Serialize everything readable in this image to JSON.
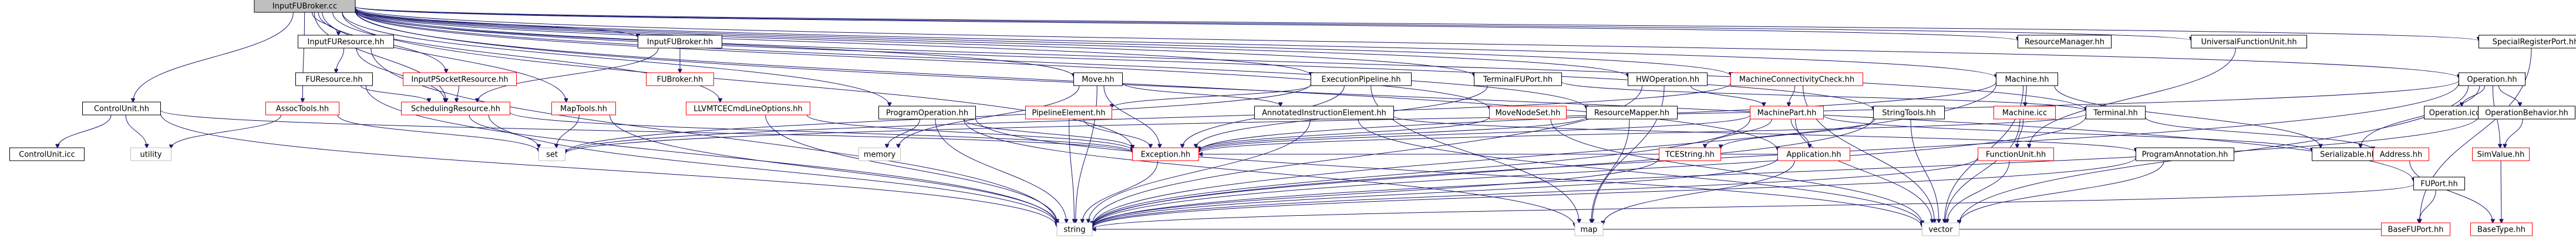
{
  "diagram": {
    "title": "",
    "root": "InputFUBroker.cc",
    "nodes": [
      {
        "id": "root",
        "label": "InputFUBroker.cc",
        "style": "root"
      },
      {
        "id": "inputfuresource",
        "label": "InputFUResource.hh",
        "style": "black"
      },
      {
        "id": "inputfubroker",
        "label": "InputFUBroker.hh",
        "style": "black"
      },
      {
        "id": "controlunit",
        "label": "ControlUnit.hh",
        "style": "black"
      },
      {
        "id": "resourcemanager",
        "label": "ResourceManager.hh",
        "style": "black"
      },
      {
        "id": "universalfunctionunit",
        "label": "UniversalFunctionUnit.hh",
        "style": "black"
      },
      {
        "id": "specialregisterport",
        "label": "SpecialRegisterPort.hh",
        "style": "black"
      },
      {
        "id": "furesource",
        "label": "FUResource.hh",
        "style": "black"
      },
      {
        "id": "inputpsocketresource",
        "label": "InputPSocketResource.hh",
        "style": "red"
      },
      {
        "id": "fubroker",
        "label": "FUBroker.hh",
        "style": "red"
      },
      {
        "id": "move",
        "label": "Move.hh",
        "style": "black"
      },
      {
        "id": "executionpipeline",
        "label": "ExecutionPipeline.hh",
        "style": "black"
      },
      {
        "id": "terminalfuport",
        "label": "TerminalFUPort.hh",
        "style": "black"
      },
      {
        "id": "hwoperation",
        "label": "HWOperation.hh",
        "style": "black"
      },
      {
        "id": "machineconnectivitycheck",
        "label": "MachineConnectivityCheck.hh",
        "style": "red"
      },
      {
        "id": "machine",
        "label": "Machine.hh",
        "style": "black"
      },
      {
        "id": "operation",
        "label": "Operation.hh",
        "style": "black"
      },
      {
        "id": "assoctools",
        "label": "AssocTools.hh",
        "style": "red"
      },
      {
        "id": "schedulingresource",
        "label": "SchedulingResource.hh",
        "style": "red"
      },
      {
        "id": "maptools",
        "label": "MapTools.hh",
        "style": "red"
      },
      {
        "id": "llvmtcecmdlineoptions",
        "label": "LLVMTCECmdLineOptions.hh",
        "style": "red"
      },
      {
        "id": "programoperation",
        "label": "ProgramOperation.hh",
        "style": "black"
      },
      {
        "id": "pipelineelement",
        "label": "PipelineElement.hh",
        "style": "red"
      },
      {
        "id": "annotatedinstructionelement",
        "label": "AnnotatedInstructionElement.hh",
        "style": "black"
      },
      {
        "id": "movenodeset",
        "label": "MoveNodeSet.hh",
        "style": "red"
      },
      {
        "id": "resourcemapper",
        "label": "ResourceMapper.hh",
        "style": "black"
      },
      {
        "id": "machinepart",
        "label": "MachinePart.hh",
        "style": "red"
      },
      {
        "id": "stringtools",
        "label": "StringTools.hh",
        "style": "black"
      },
      {
        "id": "machineicc",
        "label": "Machine.icc",
        "style": "red"
      },
      {
        "id": "terminal",
        "label": "Terminal.hh",
        "style": "black"
      },
      {
        "id": "operationicc",
        "label": "Operation.icc",
        "style": "black"
      },
      {
        "id": "operationbehavior",
        "label": "OperationBehavior.hh",
        "style": "black"
      },
      {
        "id": "controluniticc",
        "label": "ControlUnit.icc",
        "style": "black"
      },
      {
        "id": "utility",
        "label": "utility",
        "style": "grey"
      },
      {
        "id": "set",
        "label": "set",
        "style": "grey"
      },
      {
        "id": "memory",
        "label": "memory",
        "style": "grey"
      },
      {
        "id": "exception",
        "label": "Exception.hh",
        "style": "red"
      },
      {
        "id": "tcestring",
        "label": "TCEString.hh",
        "style": "red"
      },
      {
        "id": "application",
        "label": "Application.hh",
        "style": "red"
      },
      {
        "id": "functionunit",
        "label": "FunctionUnit.hh",
        "style": "red"
      },
      {
        "id": "programannotation",
        "label": "ProgramAnnotation.hh",
        "style": "black"
      },
      {
        "id": "serializable",
        "label": "Serializable.hh",
        "style": "black"
      },
      {
        "id": "address",
        "label": "Address.hh",
        "style": "red"
      },
      {
        "id": "simvalue",
        "label": "SimValue.hh",
        "style": "red"
      },
      {
        "id": "fuport",
        "label": "FUPort.hh",
        "style": "black"
      },
      {
        "id": "string",
        "label": "string",
        "style": "grey"
      },
      {
        "id": "map",
        "label": "map",
        "style": "grey"
      },
      {
        "id": "vector",
        "label": "vector",
        "style": "grey"
      },
      {
        "id": "basefuport",
        "label": "BaseFUPort.hh",
        "style": "red"
      },
      {
        "id": "basetype",
        "label": "BaseType.hh",
        "style": "red"
      }
    ],
    "edges": [
      [
        "root",
        "inputfuresource"
      ],
      [
        "root",
        "inputfubroker"
      ],
      [
        "root",
        "controlunit"
      ],
      [
        "root",
        "resourcemanager"
      ],
      [
        "root",
        "universalfunctionunit"
      ],
      [
        "root",
        "specialregisterport"
      ],
      [
        "root",
        "inputpsocketresource"
      ],
      [
        "root",
        "move"
      ],
      [
        "root",
        "executionpipeline"
      ],
      [
        "root",
        "terminalfuport"
      ],
      [
        "root",
        "hwoperation"
      ],
      [
        "root",
        "machineconnectivitycheck"
      ],
      [
        "root",
        "machine"
      ],
      [
        "root",
        "operation"
      ],
      [
        "root",
        "assoctools"
      ],
      [
        "root",
        "schedulingresource"
      ],
      [
        "root",
        "maptools"
      ],
      [
        "root",
        "llvmtcecmdlineoptions"
      ],
      [
        "root",
        "programoperation"
      ],
      [
        "root",
        "movenodeset"
      ],
      [
        "root",
        "resourcemapper"
      ],
      [
        "root",
        "stringtools"
      ],
      [
        "root",
        "terminal"
      ],
      [
        "root",
        "exception"
      ],
      [
        "root",
        "application"
      ],
      [
        "root",
        "fuport"
      ],
      [
        "inputfuresource",
        "furesource"
      ],
      [
        "inputfuresource",
        "schedulingresource"
      ],
      [
        "inputfuresource",
        "string"
      ],
      [
        "inputfubroker",
        "fubroker"
      ],
      [
        "inputfubroker",
        "schedulingresource"
      ],
      [
        "controlunit",
        "controluniticc"
      ],
      [
        "controlunit",
        "utility"
      ],
      [
        "controlunit",
        "string"
      ],
      [
        "controlunit",
        "exception"
      ],
      [
        "universalfunctionunit",
        "functionunit"
      ],
      [
        "specialregisterport",
        "basefuport"
      ],
      [
        "furesource",
        "schedulingresource"
      ],
      [
        "furesource",
        "string"
      ],
      [
        "inputpsocketresource",
        "schedulingresource"
      ],
      [
        "move",
        "memory"
      ],
      [
        "move",
        "annotatedinstructionelement"
      ],
      [
        "move",
        "exception"
      ],
      [
        "move",
        "string"
      ],
      [
        "executionpipeline",
        "pipelineelement"
      ],
      [
        "executionpipeline",
        "exception"
      ],
      [
        "executionpipeline",
        "map"
      ],
      [
        "executionpipeline",
        "set"
      ],
      [
        "terminalfuport",
        "terminal"
      ],
      [
        "terminalfuport",
        "exception"
      ],
      [
        "hwoperation",
        "machinepart"
      ],
      [
        "hwoperation",
        "map"
      ],
      [
        "hwoperation",
        "string"
      ],
      [
        "machineconnectivitycheck",
        "machinepart"
      ],
      [
        "machineconnectivitycheck",
        "set"
      ],
      [
        "machineconnectivitycheck",
        "vector"
      ],
      [
        "machine",
        "machineicc"
      ],
      [
        "machine",
        "serializable"
      ],
      [
        "machine",
        "vector"
      ],
      [
        "machine",
        "string"
      ],
      [
        "machine",
        "exception"
      ],
      [
        "operation",
        "operationicc"
      ],
      [
        "operation",
        "operationbehavior"
      ],
      [
        "operation",
        "serializable"
      ],
      [
        "operation",
        "simvalue"
      ],
      [
        "operation",
        "string"
      ],
      [
        "operation",
        "vector"
      ],
      [
        "operation",
        "set"
      ],
      [
        "assoctools",
        "utility"
      ],
      [
        "assoctools",
        "set"
      ],
      [
        "schedulingresource",
        "set"
      ],
      [
        "schedulingresource",
        "string"
      ],
      [
        "schedulingresource",
        "exception"
      ],
      [
        "maptools",
        "set"
      ],
      [
        "maptools",
        "string"
      ],
      [
        "llvmtcecmdlineoptions",
        "exception"
      ],
      [
        "llvmtcecmdlineoptions",
        "string"
      ],
      [
        "programoperation",
        "memory"
      ],
      [
        "programoperation",
        "string"
      ],
      [
        "programoperation",
        "vector"
      ],
      [
        "programoperation",
        "map"
      ],
      [
        "programoperation",
        "exception"
      ],
      [
        "pipelineelement",
        "exception"
      ],
      [
        "pipelineelement",
        "string"
      ],
      [
        "annotatedinstructionelement",
        "programannotation"
      ],
      [
        "annotatedinstructionelement",
        "string"
      ],
      [
        "annotatedinstructionelement",
        "vector"
      ],
      [
        "movenodeset",
        "exception"
      ],
      [
        "movenodeset",
        "vector"
      ],
      [
        "resourcemapper",
        "exception"
      ],
      [
        "resourcemapper",
        "map"
      ],
      [
        "machinepart",
        "exception"
      ],
      [
        "machinepart",
        "serializable"
      ],
      [
        "machinepart",
        "string"
      ],
      [
        "machinepart",
        "tcestring"
      ],
      [
        "machinepart",
        "application"
      ],
      [
        "machinepart",
        "vector"
      ],
      [
        "stringtools",
        "tcestring"
      ],
      [
        "stringtools",
        "string"
      ],
      [
        "stringtools",
        "vector"
      ],
      [
        "machineicc",
        "functionunit"
      ],
      [
        "machineicc",
        "vector"
      ],
      [
        "terminal",
        "exception"
      ],
      [
        "terminal",
        "address"
      ],
      [
        "terminal",
        "string"
      ],
      [
        "operationbehavior",
        "simvalue"
      ],
      [
        "operationbehavior",
        "string"
      ],
      [
        "exception",
        "string"
      ],
      [
        "tcestring",
        "string"
      ],
      [
        "application",
        "string"
      ],
      [
        "application",
        "exception"
      ],
      [
        "application",
        "map"
      ],
      [
        "functionunit",
        "vector"
      ],
      [
        "functionunit",
        "string"
      ],
      [
        "programannotation",
        "vector"
      ],
      [
        "programannotation",
        "string"
      ],
      [
        "address",
        "basetype"
      ],
      [
        "simvalue",
        "basetype"
      ],
      [
        "fuport",
        "basefuport"
      ],
      [
        "fuport",
        "string"
      ],
      [
        "basefuport",
        "string"
      ]
    ]
  }
}
